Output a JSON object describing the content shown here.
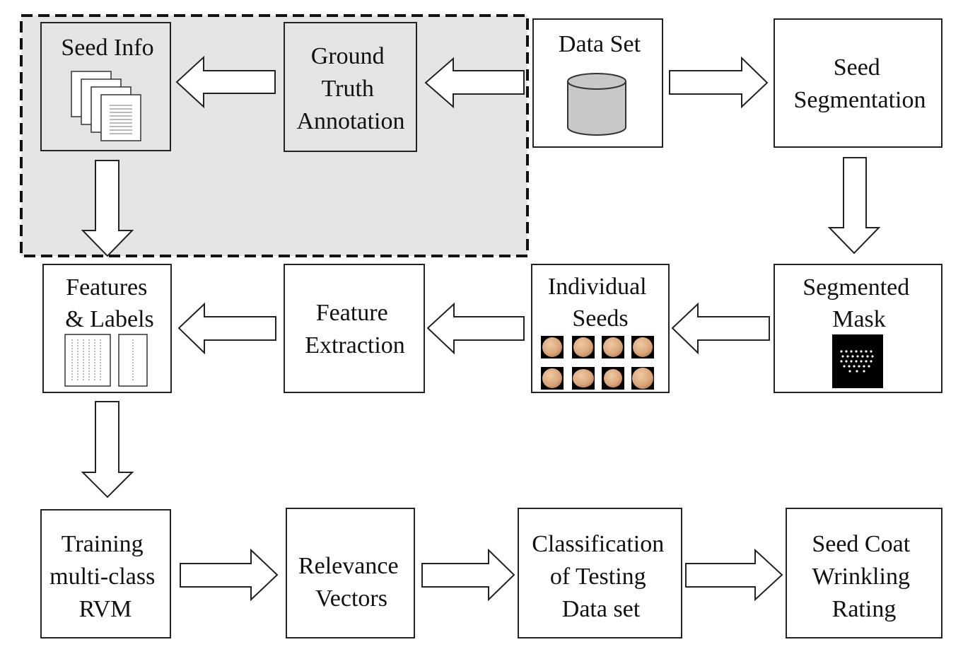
{
  "diagram": {
    "nodes": {
      "seed_info": {
        "lines": [
          "Seed Info"
        ]
      },
      "ground_truth": {
        "lines": [
          "Ground",
          "Truth",
          "Annotation"
        ]
      },
      "data_set": {
        "lines": [
          "Data Set"
        ]
      },
      "seed_segmentation": {
        "lines": [
          "Seed",
          "Segmentation"
        ]
      },
      "features_labels": {
        "lines": [
          "Features",
          "& Labels"
        ]
      },
      "feature_extraction": {
        "lines": [
          "Feature",
          "Extraction"
        ]
      },
      "individual_seeds": {
        "lines": [
          "Individual",
          "Seeds"
        ]
      },
      "segmented_mask": {
        "lines": [
          "Segmented",
          "Mask"
        ]
      },
      "training_rvm": {
        "lines": [
          "Training",
          "multi-class",
          "RVM"
        ]
      },
      "relevance_vectors": {
        "lines": [
          "Relevance",
          "Vectors"
        ]
      },
      "classification": {
        "lines": [
          "Classification",
          "of Testing",
          "Data set"
        ]
      },
      "wrinkling_rating": {
        "lines": [
          "Seed Coat",
          "Wrinkling",
          "Rating"
        ]
      }
    },
    "edges": [
      {
        "from": "ground_truth",
        "to": "seed_info"
      },
      {
        "from": "data_set",
        "to": "ground_truth"
      },
      {
        "from": "data_set",
        "to": "seed_segmentation"
      },
      {
        "from": "seed_segmentation",
        "to": "segmented_mask"
      },
      {
        "from": "seed_info",
        "to": "features_labels"
      },
      {
        "from": "segmented_mask",
        "to": "individual_seeds"
      },
      {
        "from": "individual_seeds",
        "to": "feature_extraction"
      },
      {
        "from": "feature_extraction",
        "to": "features_labels"
      },
      {
        "from": "features_labels",
        "to": "training_rvm"
      },
      {
        "from": "training_rvm",
        "to": "relevance_vectors"
      },
      {
        "from": "relevance_vectors",
        "to": "classification"
      },
      {
        "from": "classification",
        "to": "wrinkling_rating"
      }
    ],
    "colors": {
      "stroke": "#222222",
      "group_fill": "#e4e4e4",
      "cylinder_fill": "#c8c8c8",
      "seed_color": "#d9a57a",
      "mask_bg": "#000000"
    },
    "icons": {
      "seed_info": "document-stack-icon",
      "data_set": "database-cylinder-icon",
      "features_labels": "feature-matrix-icon",
      "individual_seeds": "seed-thumbnails-icon",
      "segmented_mask": "binary-mask-icon"
    }
  }
}
